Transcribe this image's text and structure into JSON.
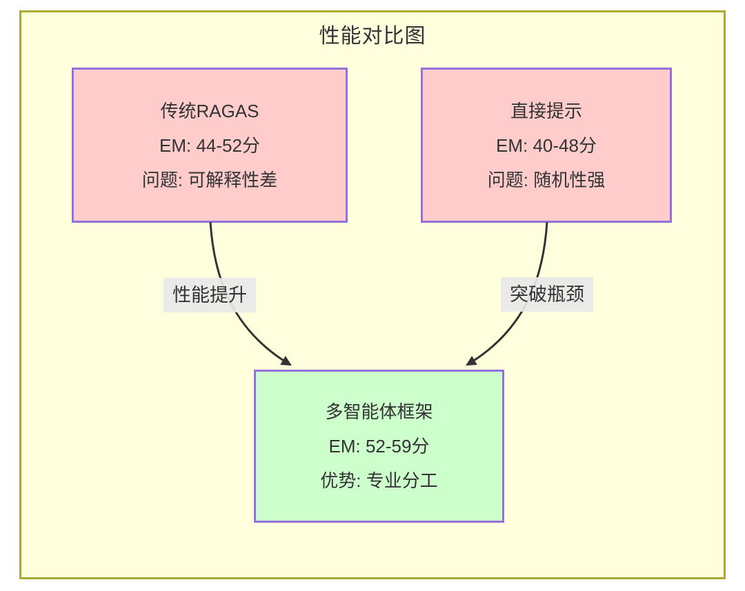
{
  "diagram": {
    "type": "flowchart",
    "title": "性能对比图",
    "colors": {
      "canvas_background": "#ffffde",
      "canvas_border": "#aaaa33",
      "problem_node_fill": "#ffcccc",
      "solution_node_fill": "#ccffcc",
      "node_border": "#9370db",
      "edge_line": "#333333",
      "edge_label_background": "#e8e8e8",
      "text": "#333333"
    },
    "nodes": [
      {
        "id": "traditional-ragas",
        "kind": "problem",
        "lines": [
          "传统RAGAS",
          "EM: 44-52分",
          "问题: 可解释性差"
        ]
      },
      {
        "id": "direct-prompt",
        "kind": "problem",
        "lines": [
          "直接提示",
          "EM: 40-48分",
          "问题: 随机性强"
        ]
      },
      {
        "id": "multi-agent-framework",
        "kind": "solution",
        "lines": [
          "多智能体框架",
          "EM: 52-59分",
          "优势: 专业分工"
        ]
      }
    ],
    "edges": [
      {
        "from": "传统RAGAS",
        "to": "多智能体框架",
        "label": "性能提升"
      },
      {
        "from": "直接提示",
        "to": "多智能体框架",
        "label": "突破瓶颈"
      }
    ]
  }
}
